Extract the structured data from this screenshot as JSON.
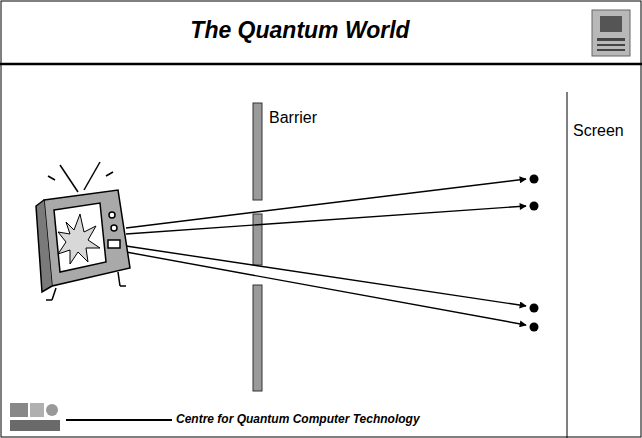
{
  "diagram": {
    "title": "The Quantum World",
    "labels": [
      "Barrier",
      "Screen",
      "Centre for Quantum Computer Technology"
    ]
  }
}
